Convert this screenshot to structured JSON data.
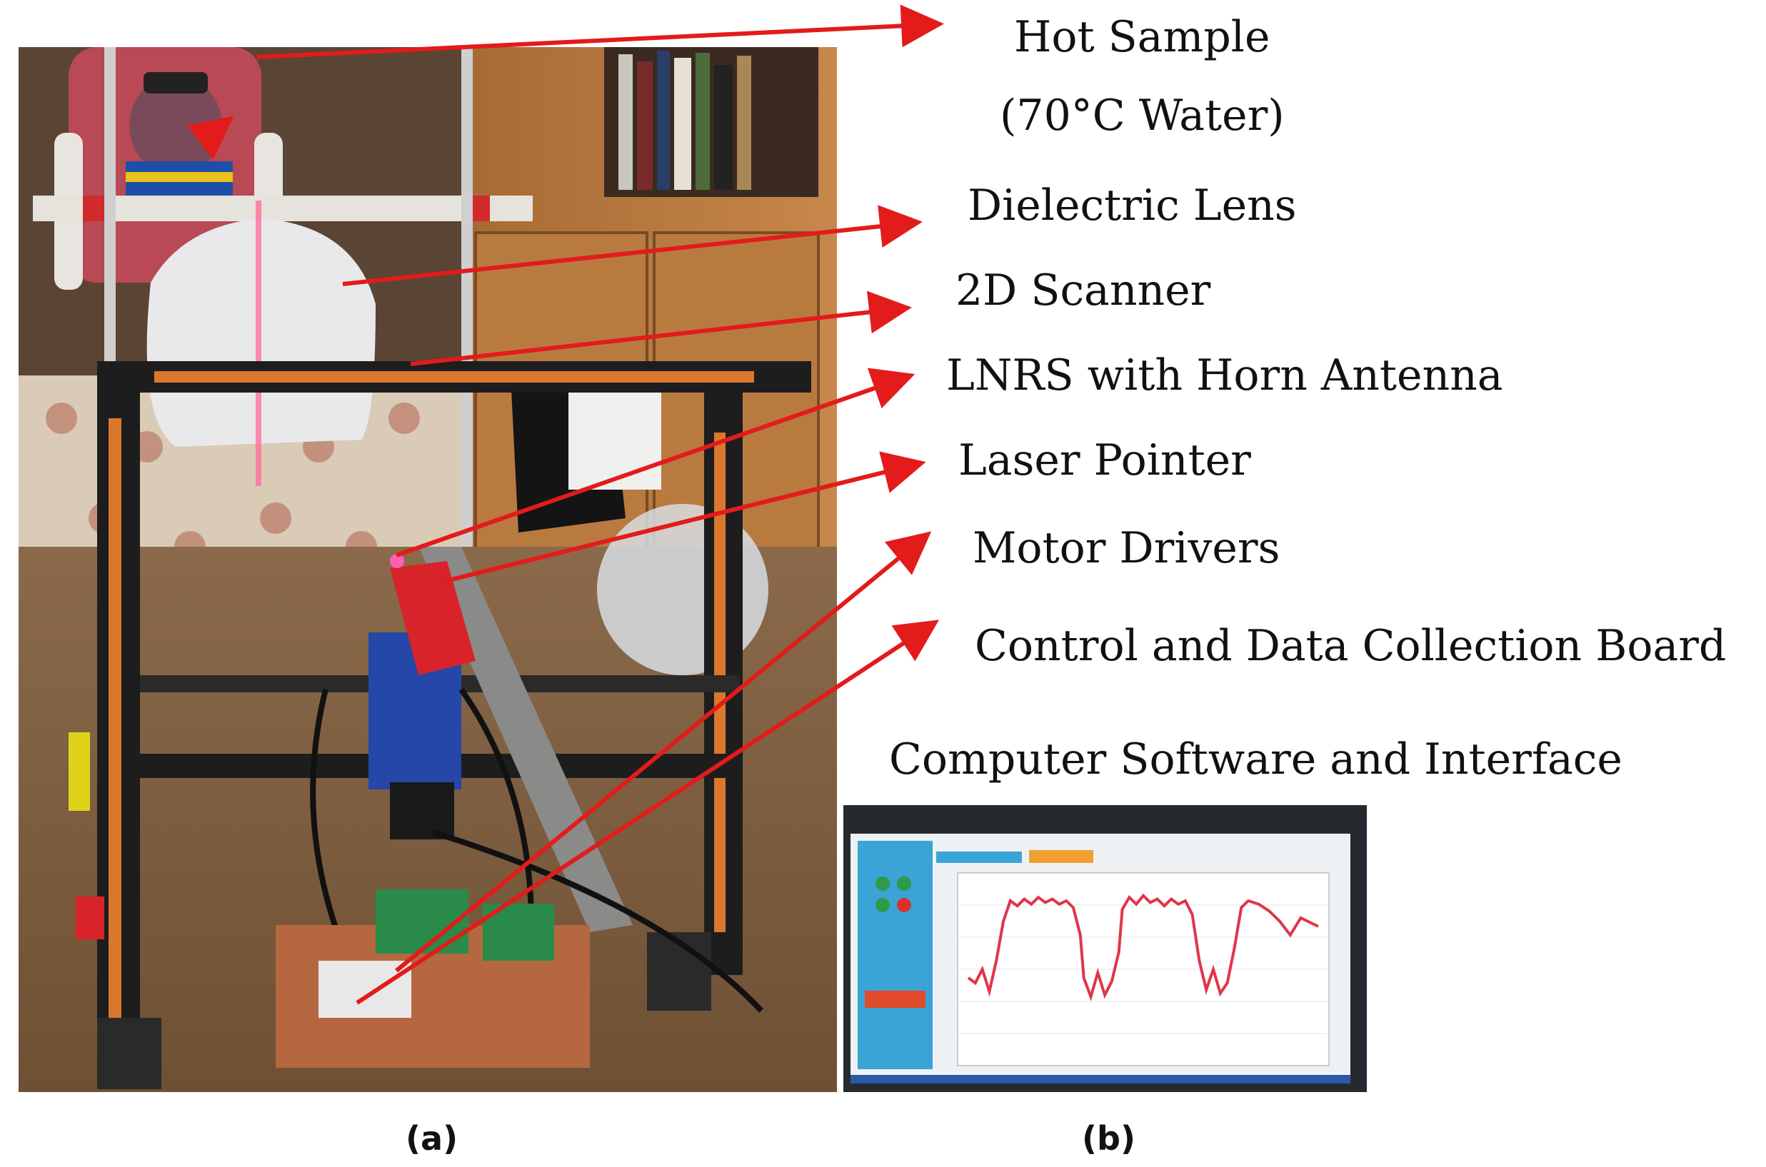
{
  "labels": {
    "hot_sample": "Hot Sample",
    "hot_sample_detail": "(70°C Water)",
    "dielectric_lens": "Dielectric Lens",
    "scanner_2d": "2D Scanner",
    "lnrs": "LNRS with Horn Antenna",
    "laser": "Laser Pointer",
    "motor": "Motor Drivers",
    "control_board": "Control and Data Collection Board",
    "software": "Computer Software and Interface"
  },
  "captions": {
    "a": "(a)",
    "b": "(b)"
  },
  "colors": {
    "arrow": "#e31b1b",
    "signal": "#e0354a",
    "frame": "#1d1d1d",
    "frame_stripe": "#d9782c"
  },
  "interface_signal": [
    [
      0.0,
      0.55
    ],
    [
      0.02,
      0.58
    ],
    [
      0.04,
      0.5
    ],
    [
      0.06,
      0.63
    ],
    [
      0.08,
      0.45
    ],
    [
      0.1,
      0.22
    ],
    [
      0.12,
      0.1
    ],
    [
      0.14,
      0.13
    ],
    [
      0.16,
      0.09
    ],
    [
      0.18,
      0.12
    ],
    [
      0.2,
      0.08
    ],
    [
      0.22,
      0.11
    ],
    [
      0.24,
      0.09
    ],
    [
      0.26,
      0.12
    ],
    [
      0.28,
      0.1
    ],
    [
      0.3,
      0.14
    ],
    [
      0.32,
      0.3
    ],
    [
      0.33,
      0.55
    ],
    [
      0.35,
      0.66
    ],
    [
      0.37,
      0.52
    ],
    [
      0.39,
      0.65
    ],
    [
      0.41,
      0.57
    ],
    [
      0.43,
      0.4
    ],
    [
      0.44,
      0.15
    ],
    [
      0.46,
      0.08
    ],
    [
      0.48,
      0.12
    ],
    [
      0.5,
      0.07
    ],
    [
      0.52,
      0.11
    ],
    [
      0.54,
      0.09
    ],
    [
      0.56,
      0.13
    ],
    [
      0.58,
      0.09
    ],
    [
      0.6,
      0.12
    ],
    [
      0.62,
      0.1
    ],
    [
      0.64,
      0.18
    ],
    [
      0.66,
      0.45
    ],
    [
      0.68,
      0.62
    ],
    [
      0.7,
      0.5
    ],
    [
      0.72,
      0.64
    ],
    [
      0.74,
      0.58
    ],
    [
      0.76,
      0.38
    ],
    [
      0.78,
      0.14
    ],
    [
      0.8,
      0.1
    ],
    [
      0.83,
      0.12
    ],
    [
      0.86,
      0.16
    ],
    [
      0.89,
      0.22
    ],
    [
      0.92,
      0.3
    ],
    [
      0.95,
      0.2
    ],
    [
      1.0,
      0.25
    ]
  ]
}
